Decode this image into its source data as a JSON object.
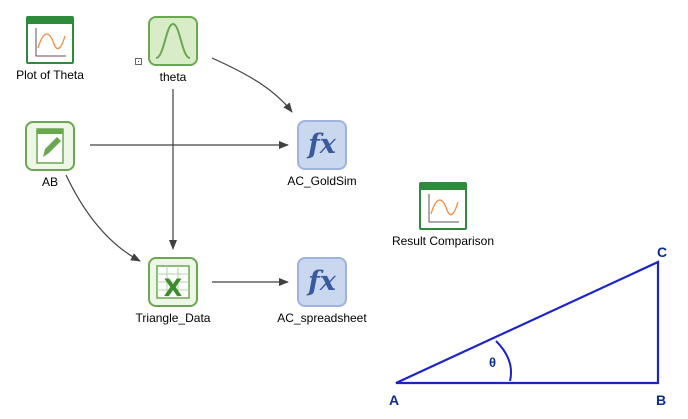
{
  "nodes": {
    "plot_theta": {
      "label": "Plot of Theta"
    },
    "theta": {
      "label": "theta"
    },
    "ab": {
      "label": "AB"
    },
    "ac_goldsim": {
      "label": "AC_GoldSim",
      "glyph": "fx"
    },
    "triangle_data": {
      "label": "Triangle_Data"
    },
    "ac_spreadsheet": {
      "label": "AC_spreadsheet",
      "glyph": "fx"
    },
    "result_comparison": {
      "label": "Result Comparison"
    }
  },
  "triangle": {
    "vertex_a": "A",
    "vertex_b": "B",
    "vertex_c": "C",
    "angle": "θ"
  },
  "colors": {
    "node_green": "#6aa84f",
    "plot_green": "#2e8b3c",
    "function_blue": "#9fb3dc",
    "triangle_blue": "#1a24c8",
    "curve_orange": "#f08a3c",
    "wire": "#404040"
  },
  "icons": {
    "plot": "line-plot-icon",
    "stochastic": "bell-curve-icon",
    "data": "pencil-data-icon",
    "function": "fx-function-icon",
    "spreadsheet": "excel-spreadsheet-icon"
  }
}
